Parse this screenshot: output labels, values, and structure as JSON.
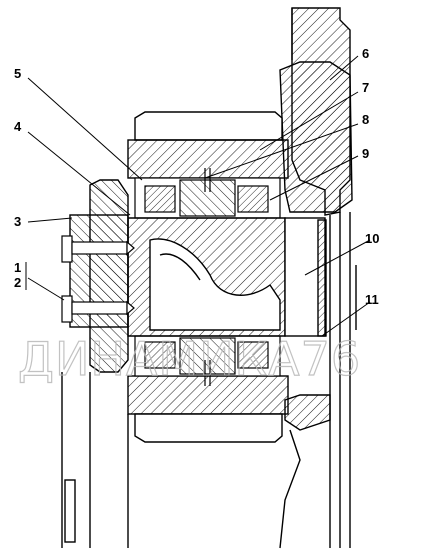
{
  "watermark": "ДИНАМИКА76",
  "callouts": [
    {
      "id": "1",
      "text": "1"
    },
    {
      "id": "2",
      "text": "2"
    },
    {
      "id": "3",
      "text": "3"
    },
    {
      "id": "4",
      "text": "4"
    },
    {
      "id": "5",
      "text": "5"
    },
    {
      "id": "6",
      "text": "6"
    },
    {
      "id": "7",
      "text": "7"
    },
    {
      "id": "8",
      "text": "8"
    },
    {
      "id": "9",
      "text": "9"
    },
    {
      "id": "10",
      "text": "10"
    },
    {
      "id": "11",
      "text": "11"
    }
  ],
  "colors": {
    "line": "#000000",
    "hatch": "#000000",
    "background": "#ffffff",
    "watermark": "#b8b8b8"
  }
}
